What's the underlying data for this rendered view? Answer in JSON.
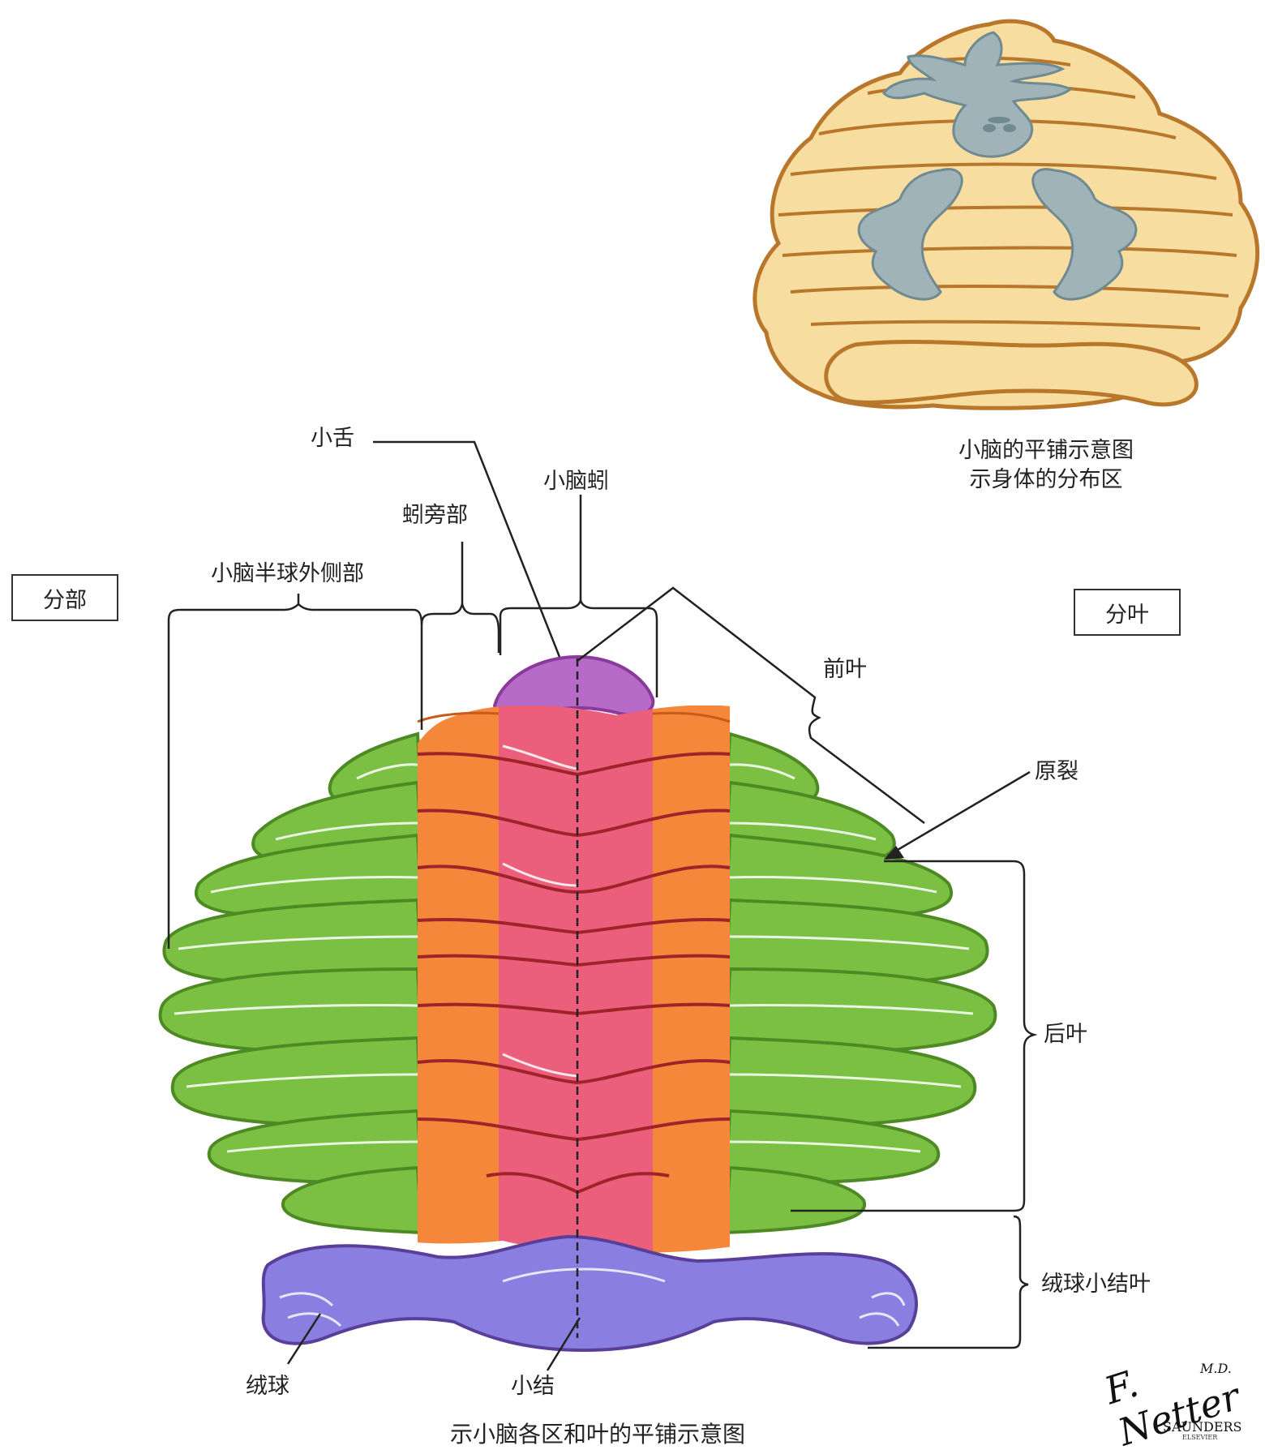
{
  "inset": {
    "caption_line1": "小脑的平铺示意图",
    "caption_line2": "示身体的分布区"
  },
  "boxes": {
    "divisions": "分部",
    "lobes": "分叶"
  },
  "labels": {
    "lingula": "小舌",
    "vermis": "小脑蚓",
    "paravermis": "蚓旁部",
    "lateral_hemisphere": "小脑半球外侧部",
    "anterior_lobe": "前叶",
    "primary_fissure": "原裂",
    "posterior_lobe": "后叶",
    "flocculonodular_lobe": "绒球小结叶",
    "flocculus": "绒球",
    "nodulus": "小结"
  },
  "caption": "示小脑各区和叶的平铺示意图",
  "signature": {
    "name": "F. Netter",
    "suffix": "M.D.",
    "publisher": "SAUNDERS",
    "imprint": "ELSEVIER"
  },
  "colors": {
    "hemisphere": "#7cc043",
    "paravermis": "#f4873a",
    "vermis": "#ec5f7c",
    "lingula": "#b76bc9",
    "flocculonodular": "#8a7fe0",
    "inset_body": "#f7dea0",
    "inset_figure": "#9fb3b8"
  }
}
